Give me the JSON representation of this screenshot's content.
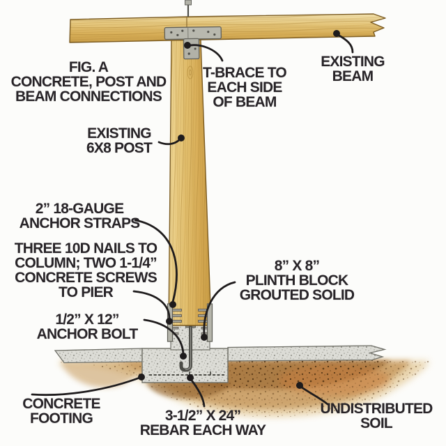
{
  "figure": {
    "title": "FIG. A\nCONCRETE, POST AND\nBEAM CONNECTIONS"
  },
  "callouts": {
    "t_brace": "T-BRACE TO\nEACH SIDE\nOF BEAM",
    "existing_beam": "EXISTING\nBEAM",
    "existing_post": "EXISTING\n6X8 POST",
    "anchor_straps": "2” 18-GAUGE\nANCHOR STRAPS",
    "nails_screws": "THREE 10D NAILS TO\nCOLUMN; TWO 1-1/4”\nCONCRETE SCREWS\nTO PIER",
    "anchor_bolt": "1/2” X 12”\nANCHOR BOLT",
    "plinth_block": "8” X 8”\nPLINTH BLOCK\nGROUTED SOLID",
    "concrete_footing": "CONCRETE\nFOOTING",
    "rebar": "3-1/2” X 24”\nREBAR EACH WAY",
    "soil": "UNDISTRIBUTED\nSOIL"
  },
  "colors": {
    "background": "#fcfcfa",
    "text": "#282428",
    "leader_line": "#1e1b1c",
    "wood": "#ddb562",
    "metal": "#b4b4aa",
    "concrete": "#dcdcd6",
    "soil": "#a97940"
  }
}
